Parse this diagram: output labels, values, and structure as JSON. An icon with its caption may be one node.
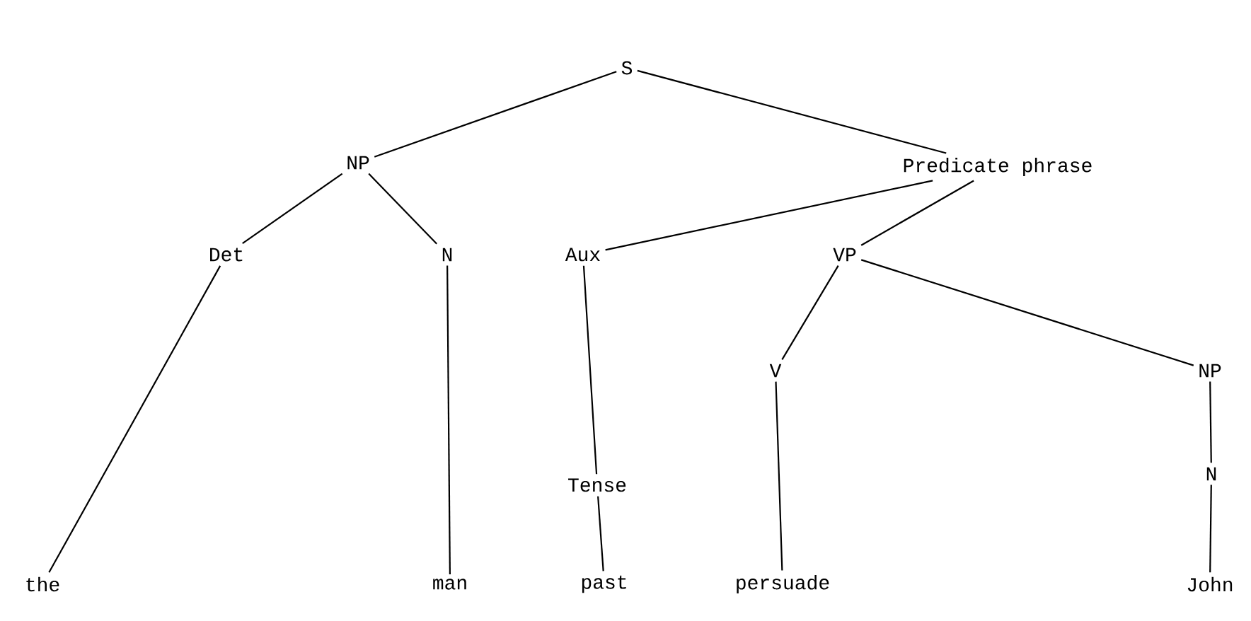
{
  "diagram": {
    "nodes": [
      {
        "text": [
          "S"
        ]
      },
      {
        "text": [
          "NP"
        ]
      },
      {
        "text": [
          "Predicate phrase"
        ]
      },
      {
        "text": [
          "Det"
        ]
      },
      {
        "text": [
          "N"
        ]
      },
      {
        "text": [
          "Aux"
        ]
      },
      {
        "text": [
          "VP"
        ]
      },
      {
        "text": [
          "V"
        ]
      },
      {
        "text": [
          "NP"
        ]
      },
      {
        "text": [
          "N"
        ]
      },
      {
        "text": [
          "Tense"
        ]
      },
      {
        "text": [
          "the"
        ]
      },
      {
        "text": [
          "man"
        ]
      },
      {
        "text": [
          "past"
        ]
      },
      {
        "text": [
          "persuade"
        ]
      },
      {
        "text": [
          "John"
        ]
      }
    ],
    "edges": [
      {
        "from": 0,
        "to": 1,
        "arrow": "none"
      },
      {
        "from": 0,
        "to": 2,
        "arrow": "none"
      },
      {
        "from": 1,
        "to": 3,
        "arrow": "none"
      },
      {
        "from": 1,
        "to": 4,
        "arrow": "none"
      },
      {
        "from": 2,
        "to": 5,
        "arrow": "none"
      },
      {
        "from": 2,
        "to": 6,
        "arrow": "none"
      },
      {
        "from": 3,
        "to": 11,
        "arrow": "none"
      },
      {
        "from": 4,
        "to": 12,
        "arrow": "none"
      },
      {
        "from": 5,
        "to": 10,
        "arrow": "none"
      },
      {
        "from": 10,
        "to": 13,
        "arrow": "none"
      },
      {
        "from": 6,
        "to": 7,
        "arrow": "none"
      },
      {
        "from": 6,
        "to": 8,
        "arrow": "none"
      },
      {
        "from": 7,
        "to": 14,
        "arrow": "none"
      },
      {
        "from": 8,
        "to": 9,
        "arrow": "none"
      },
      {
        "from": 9,
        "to": 15,
        "arrow": "none"
      }
    ]
  }
}
